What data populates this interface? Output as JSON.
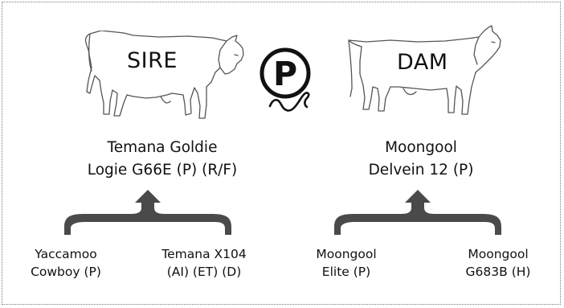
{
  "sire": {
    "label": "SIRE",
    "name_line1": "Temana Goldie",
    "name_line2": "Logie G66E (P) (R/F)",
    "parents": [
      {
        "line1": "Yaccamoo",
        "line2": "Cowboy (P)"
      },
      {
        "line1": "Temana X104",
        "line2": "(AI) (ET) (D)"
      }
    ]
  },
  "dam": {
    "label": "DAM",
    "name_line1": "Moongool",
    "name_line2": "Delvein 12 (P)",
    "parents": [
      {
        "line1": "Moongool",
        "line2": "Elite (P)"
      },
      {
        "line1": "Moongool",
        "line2": "G683B (H)"
      }
    ]
  },
  "poll_badge": {
    "letter": "P"
  },
  "colors": {
    "text": "#111111",
    "brace": "#4a4a4a",
    "outline": "#555555",
    "frame": "#7a7a7a"
  },
  "icons": {
    "sire": "bull-outline-icon",
    "dam": "cow-outline-icon",
    "badge": "polled-lasso-icon"
  }
}
